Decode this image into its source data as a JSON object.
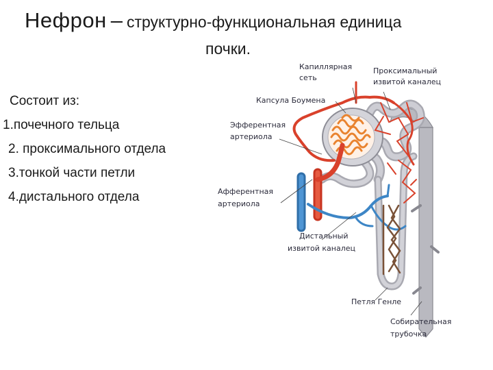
{
  "title": {
    "main": "Нефрон",
    "dash": "–",
    "rest": "структурно-функциональная единица",
    "line2": "почки."
  },
  "list": {
    "heading": "Состоит из:",
    "items": [
      "1.почечного тельца",
      "2. проксимального отдела",
      "3.тонкой части петли",
      "4.дистального отдела"
    ]
  },
  "diagram": {
    "labels": {
      "capillary_network_1": "Капиллярная",
      "capillary_network_2": "сеть",
      "proximal_1": "Проксимальный",
      "proximal_2": "извитой каналец",
      "bowman": "Капсула Боумена",
      "efferent_1": "Эфферентная",
      "efferent_2": "артериола",
      "afferent_1": "Афферентная",
      "afferent_2": "артериола",
      "distal_1": "Дистальный",
      "distal_2": "извитой каналец",
      "henle": "Петля Генле",
      "collecting_1": "Собирательная",
      "collecting_2": "трубочка"
    },
    "colors": {
      "artery": "#d9412b",
      "vein": "#3d86c6",
      "tubule": "#b9b9c0",
      "glomerulus": "#e9832f",
      "vasa_recta": "#7a5238"
    }
  }
}
